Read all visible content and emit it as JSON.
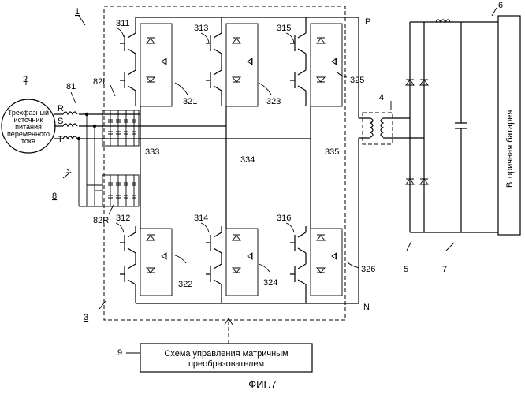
{
  "figure_caption": "ФИГ.7",
  "refs": {
    "r1": "1",
    "r2": "2",
    "r3": "3",
    "r4": "4",
    "r5": "5",
    "r6": "6",
    "r7": "7",
    "r8": "8",
    "r9": "9",
    "r81": "81",
    "r82L": "82L",
    "r82R": "82R",
    "s311": "311",
    "s312": "312",
    "s313": "313",
    "s314": "314",
    "s315": "315",
    "s316": "316",
    "s321": "321",
    "s322": "322",
    "s323": "323",
    "s324": "324",
    "s325": "325",
    "s326": "326",
    "n333": "333",
    "n334": "334",
    "n335": "335"
  },
  "phases": {
    "r": "R",
    "s": "S",
    "t": "T"
  },
  "nodes": {
    "p": "P",
    "n": "N"
  },
  "source": {
    "line1": "Трехфазный",
    "line2": "источник",
    "line3": "питания",
    "line4": "переменного",
    "line5": "тока"
  },
  "battery": {
    "label": "Вторичная батарея"
  },
  "controller": {
    "line1": "Схема управления матричным",
    "line2": "преобразователем"
  }
}
